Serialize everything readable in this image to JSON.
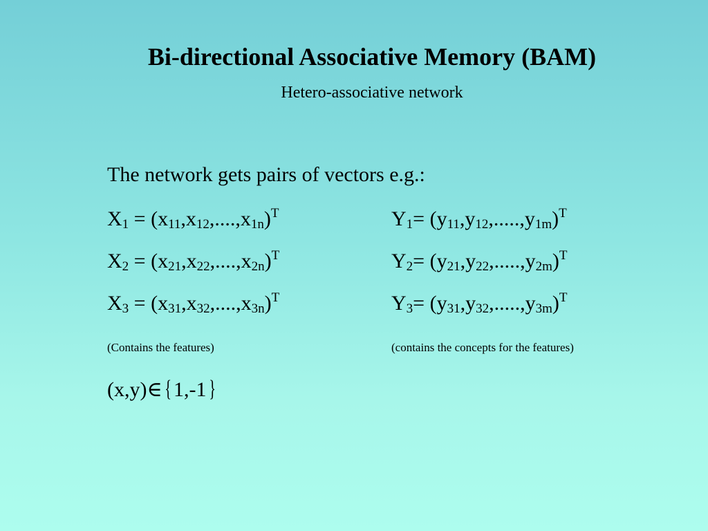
{
  "slide": {
    "title": "Bi-directional Associative Memory (BAM)",
    "subtitle": "Hetero-associative network",
    "intro": "The network gets pairs of vectors e.g.:",
    "x_vectors": [
      {
        "name": "X",
        "name_sub": "1",
        "eq": " = (x",
        "s1": "11",
        "comma1": ",x",
        "s2": "12",
        "dots": ",....,x",
        "sn": "1n",
        "close": ")",
        "sup": "T"
      },
      {
        "name": "X",
        "name_sub": "2",
        "eq": " = (x",
        "s1": "21",
        "comma1": ",x",
        "s2": "22",
        "dots": ",....,x",
        "sn": "2n",
        "close": ")",
        "sup": "T"
      },
      {
        "name": "X",
        "name_sub": "3",
        "eq": " = (x",
        "s1": "31",
        "comma1": ",x",
        "s2": "32",
        "dots": ",....,x",
        "sn": "3n",
        "close": ")",
        "sup": "T"
      }
    ],
    "y_vectors": [
      {
        "name": "Y",
        "name_sub": "1",
        "eq": "= (y",
        "s1": "11",
        "comma1": ",y",
        "s2": "12",
        "dots": ",.....,y",
        "sn": "1m",
        "close": ")",
        "sup": "T"
      },
      {
        "name": "Y",
        "name_sub": "2",
        "eq": "= (y",
        "s1": "21",
        "comma1": ",y",
        "s2": "22",
        "dots": ",.....,y",
        "sn": "2m",
        "close": ")",
        "sup": "T"
      },
      {
        "name": "Y",
        "name_sub": "3",
        "eq": "= (y",
        "s1": "31",
        "comma1": ",y",
        "s2": "32",
        "dots": ",.....,y",
        "sn": "3m",
        "close": ")",
        "sup": "T"
      }
    ],
    "x_note": "(Contains the features)",
    "y_note": "(contains the concepts for the features)",
    "constraint": {
      "lhs": "(x,y)",
      "element_of": "∈",
      "open_brace": "{",
      "values": "1,-1",
      "close_brace": "}"
    }
  }
}
